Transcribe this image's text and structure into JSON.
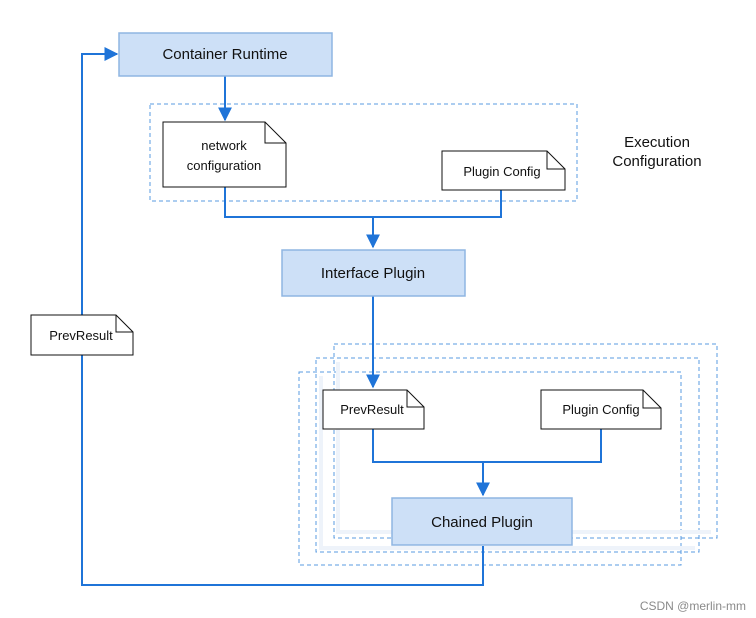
{
  "nodes": {
    "container_runtime": "Container Runtime",
    "interface_plugin": "Interface Plugin",
    "chained_plugin": "Chained Plugin"
  },
  "documents": {
    "network_configuration_line1": "network",
    "network_configuration_line2": "configuration",
    "plugin_config_top": "Plugin Config",
    "prev_result_inner": "PrevResult",
    "plugin_config_inner": "Plugin Config",
    "prev_result_loop": "PrevResult"
  },
  "side_label": {
    "line1": "Execution",
    "line2": "Configuration"
  },
  "watermark": "CSDN @merlin-mm",
  "colors": {
    "arrow": "#1f74d8",
    "node_fill": "#cde0f7",
    "node_stroke": "#8fb5e2",
    "dashed": "#5a9be0",
    "text": "#111111",
    "watermark": "#8a8a8a"
  }
}
